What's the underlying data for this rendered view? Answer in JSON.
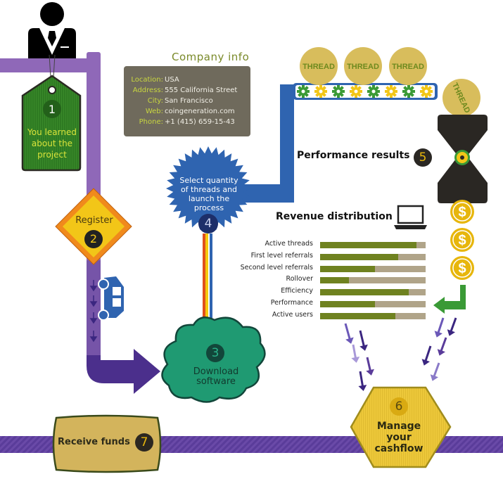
{
  "company_info": {
    "title": "Company info",
    "fields": [
      {
        "key": "Location:",
        "value": "USA"
      },
      {
        "key": "Address:",
        "value": "555 California Street"
      },
      {
        "key": "City:",
        "value": "San Francisco"
      },
      {
        "key": "Web:",
        "value": "coingeneration.com"
      },
      {
        "key": "Phone:",
        "value": "+1 (415) 659-15-43"
      }
    ]
  },
  "steps": [
    {
      "number": "1",
      "label": "You learned about the project",
      "lines": [
        "You learned",
        "about the",
        "project"
      ],
      "icon": "price-tag-icon"
    },
    {
      "number": "2",
      "label": "Register",
      "icon": "diamond-sign-icon"
    },
    {
      "number": "3",
      "label": "Download software",
      "lines": [
        "Download",
        "software"
      ],
      "icon": "cloud-icon"
    },
    {
      "number": "4",
      "label": "Select quantity of threads and launch the process",
      "lines": [
        "Select quantity",
        "of threads and",
        "launch the",
        "process"
      ],
      "icon": "starburst-badge-icon"
    },
    {
      "number": "5",
      "label": "Performance results",
      "icon": "hourglass-gear-icon"
    },
    {
      "number": "6",
      "label": "Manage your cashflow",
      "lines": [
        "Manage",
        "your",
        "cashflow"
      ],
      "icon": "hexagon-icon"
    },
    {
      "number": "7",
      "label": "Receive funds",
      "icon": "pillow-sign-icon"
    }
  ],
  "threads": {
    "coin_label": "THREAD",
    "coins_on_belt": 3,
    "gears_on_belt": [
      "green",
      "yellow",
      "green",
      "yellow",
      "green",
      "yellow",
      "green",
      "yellow"
    ]
  },
  "revenue": {
    "title": "Revenue distribution",
    "icon": "laptop-icon",
    "chart_data": {
      "type": "bar",
      "orientation": "horizontal",
      "title": "Revenue distribution",
      "categories": [
        "Active threads",
        "First level referrals",
        "Second level referrals",
        "Rollover",
        "Efficiency",
        "Performance",
        "Active users"
      ],
      "values": [
        0.91,
        0.74,
        0.52,
        0.27,
        0.84,
        0.52,
        0.71
      ],
      "xlim": [
        0,
        1
      ],
      "xlabel": "",
      "ylabel": "",
      "grid": false
    }
  },
  "coins": {
    "count": 3,
    "symbol": "$"
  },
  "colors": {
    "purple_path": "#8f68b8",
    "dark_purple": "#4b2f8c",
    "tag_green": "#2e7a22",
    "tag_text": "#d8e23a",
    "sign_yellow": "#f2c618",
    "sign_orange": "#f08a1c",
    "badge_blue": "#2f64b0",
    "cloud_green": "#1f9a72",
    "info_box": "#6f6a5c",
    "info_key": "#c8d640",
    "coin_gold": "#d8bd5c",
    "hourglass": "#2a2723",
    "dollar_gold": "#e7b60c",
    "arrow_green": "#3a9a36",
    "hex_yellow": "#edc83a",
    "pillow": "#d3b45c",
    "bar_fill": "#6f8220",
    "bar_track": "#b0a489"
  }
}
